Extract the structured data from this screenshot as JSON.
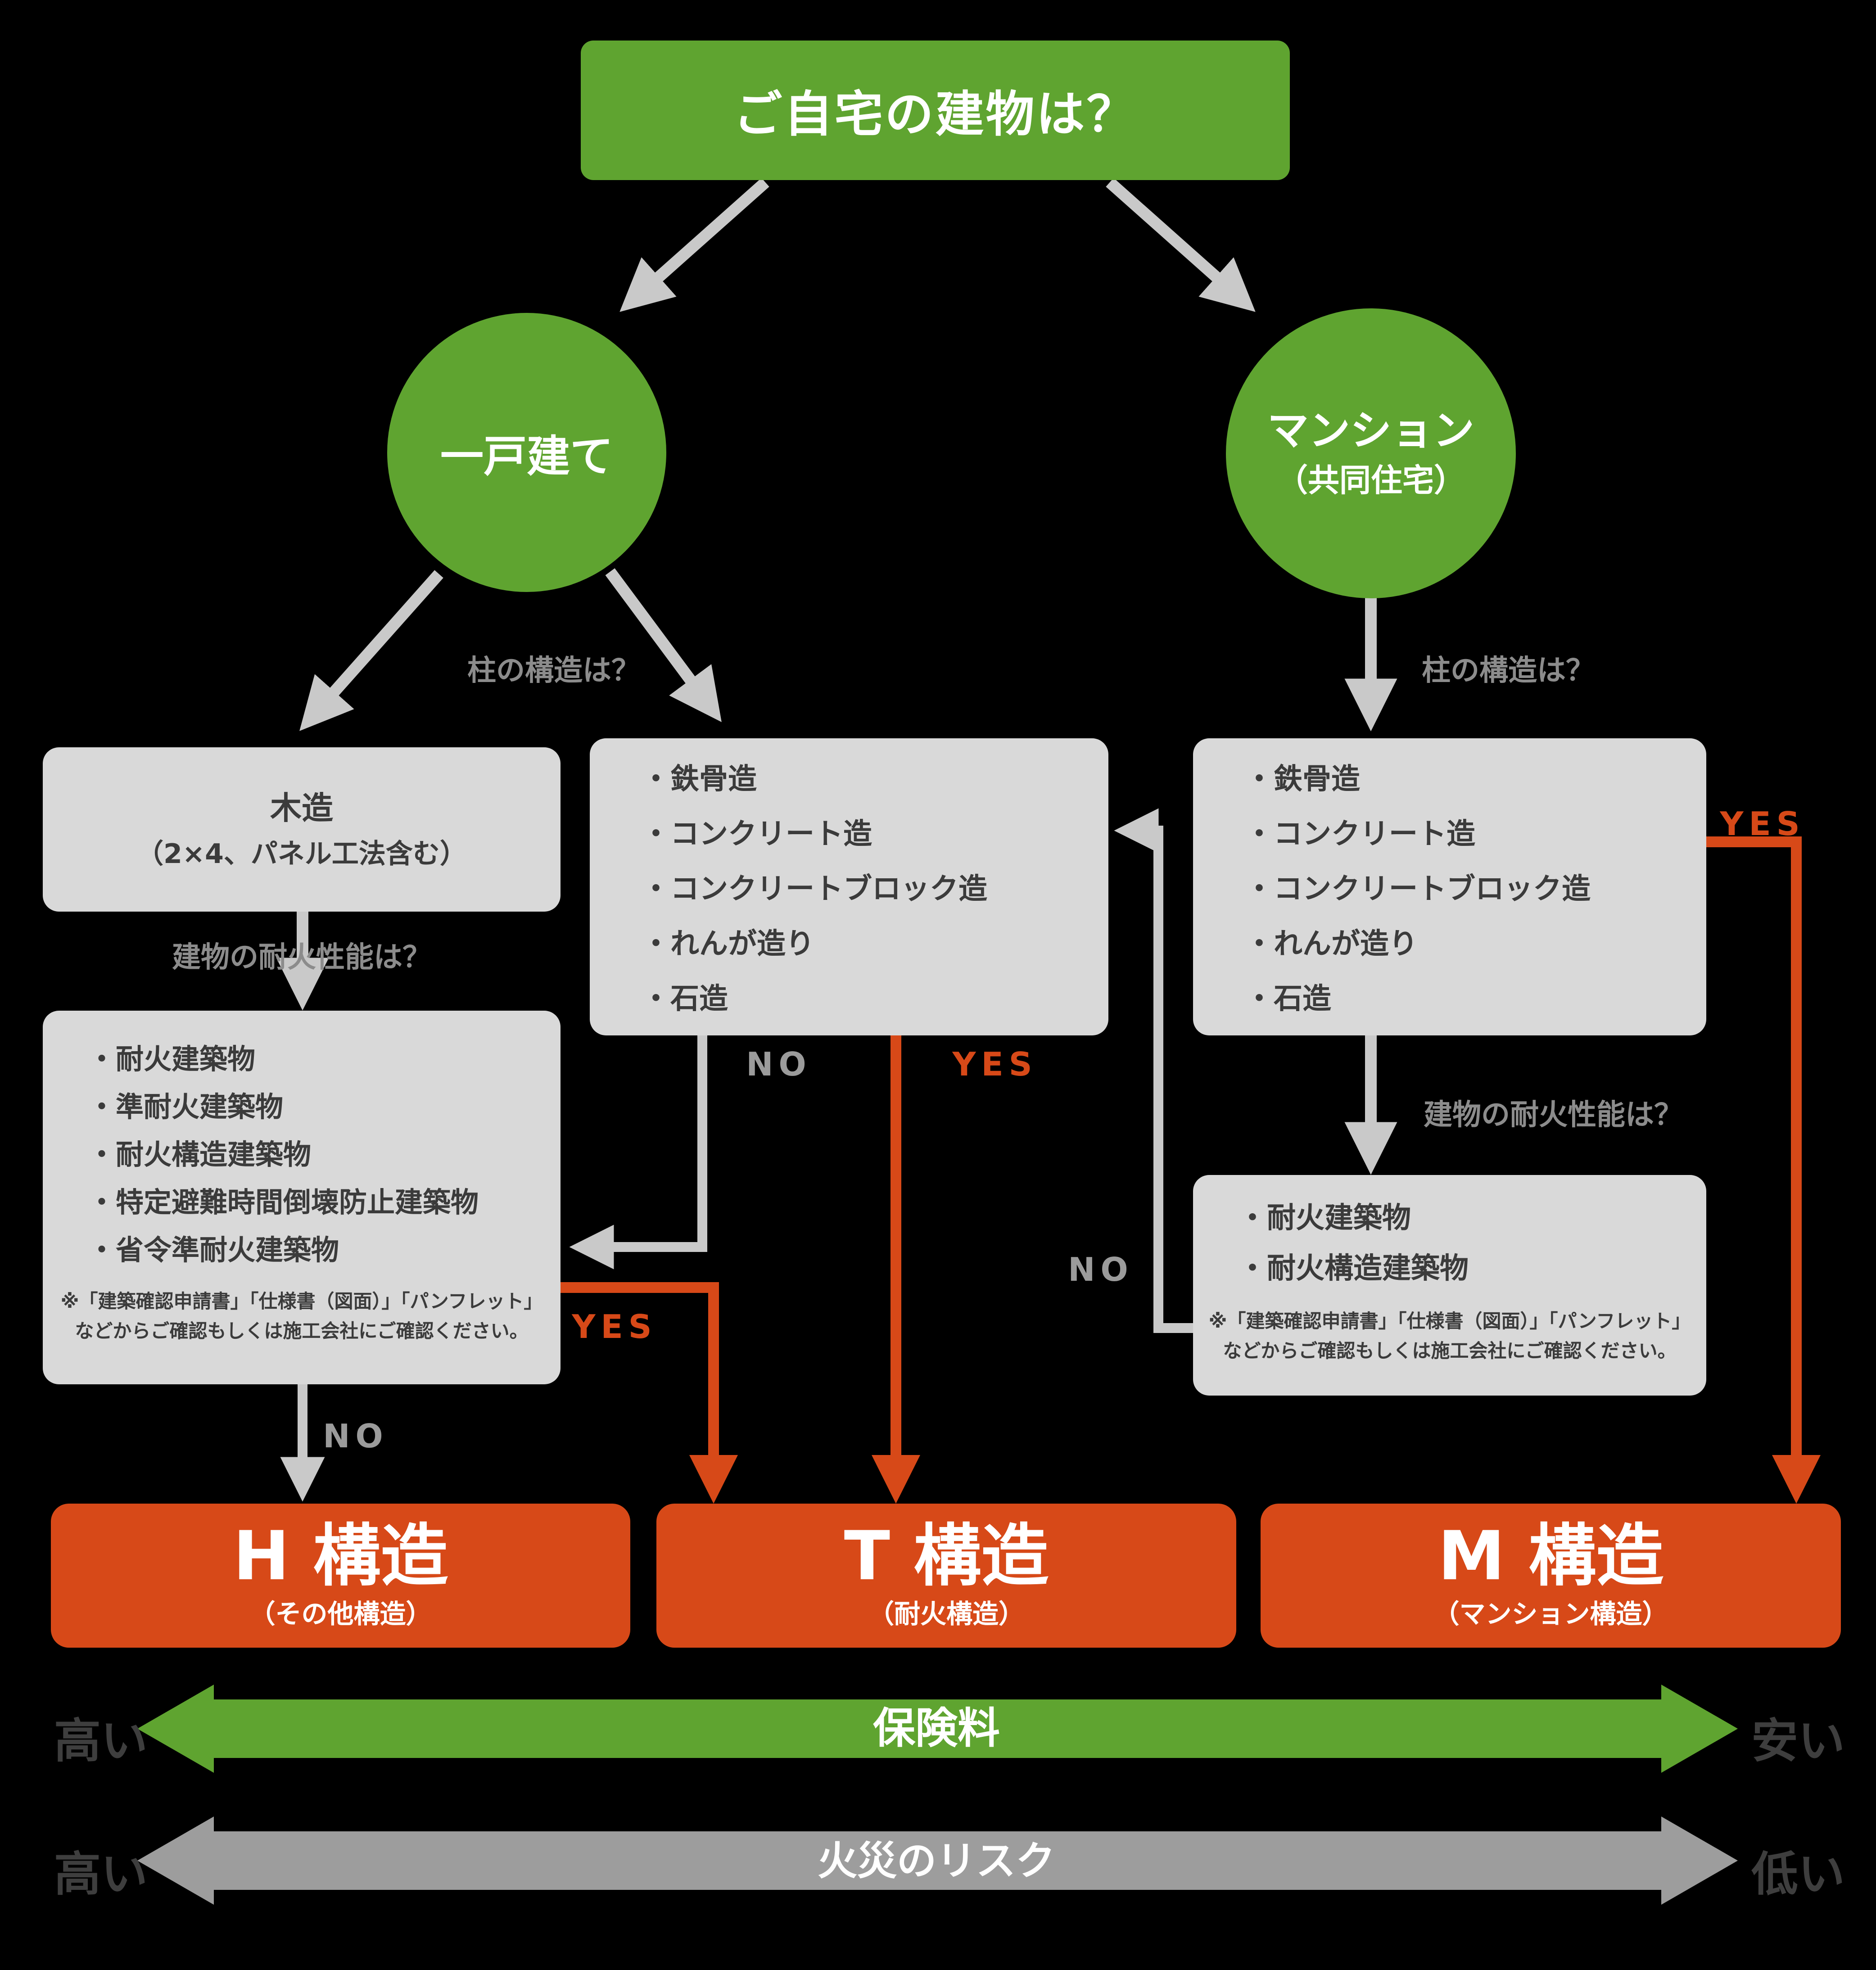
{
  "diagram": {
    "title": "ご自宅の建物は？",
    "questions": {
      "pillar": "柱の構造は？",
      "fire": "建物の耐火性能は？"
    },
    "branch_labels": {
      "yes": "YES",
      "no": "NO"
    },
    "nodes": {
      "house": {
        "label": "一戸建て"
      },
      "mansion": {
        "label": "マンション",
        "sublabel": "（共同住宅）"
      },
      "wood": {
        "title": "木造",
        "subtitle": "（2×4、パネル工法含む）"
      },
      "pillar_types_house": {
        "items": [
          "・鉄骨造",
          "・コンクリート造",
          "・コンクリートブロック造",
          "・れんが造り",
          "・石造"
        ]
      },
      "pillar_types_mansion": {
        "items": [
          "・鉄骨造",
          "・コンクリート造",
          "・コンクリートブロック造",
          "・れんが造り",
          "・石造"
        ]
      },
      "fire_types_house": {
        "items": [
          "・耐火建築物",
          "・準耐火建築物",
          "・耐火構造建築物",
          "・特定避難時間倒壊防止建築物",
          "・省令準耐火建築物"
        ],
        "note_line1": "※「建築確認申請書」「仕様書（図面）」「パンフレット」",
        "note_line2": "などからご確認もしくは施工会社にご確認ください。"
      },
      "fire_types_mansion": {
        "items": [
          "・耐火建築物",
          "・耐火構造建築物"
        ],
        "note_line1": "※「建築確認申請書」「仕様書（図面）」「パンフレット」",
        "note_line2": "などからご確認もしくは施工会社にご確認ください。"
      }
    },
    "results": [
      {
        "title": "H 構造",
        "subtitle": "（その他構造）"
      },
      {
        "title": "T 構造",
        "subtitle": "（耐火構造）"
      },
      {
        "title": "M 構造",
        "subtitle": "（マンション構造）"
      }
    ],
    "scales": [
      {
        "label": "保険料",
        "left": "高い",
        "right": "安い"
      },
      {
        "label": "火災のリスク",
        "left": "高い",
        "right": "低い"
      }
    ],
    "colors": {
      "green": "#5FA430",
      "orange": "#D74918",
      "box_gray": "#D9D9D9",
      "line_gray": "#C9C9C9",
      "scale_gray": "#9D9D9D",
      "text_dark": "#3B3B3B"
    }
  }
}
